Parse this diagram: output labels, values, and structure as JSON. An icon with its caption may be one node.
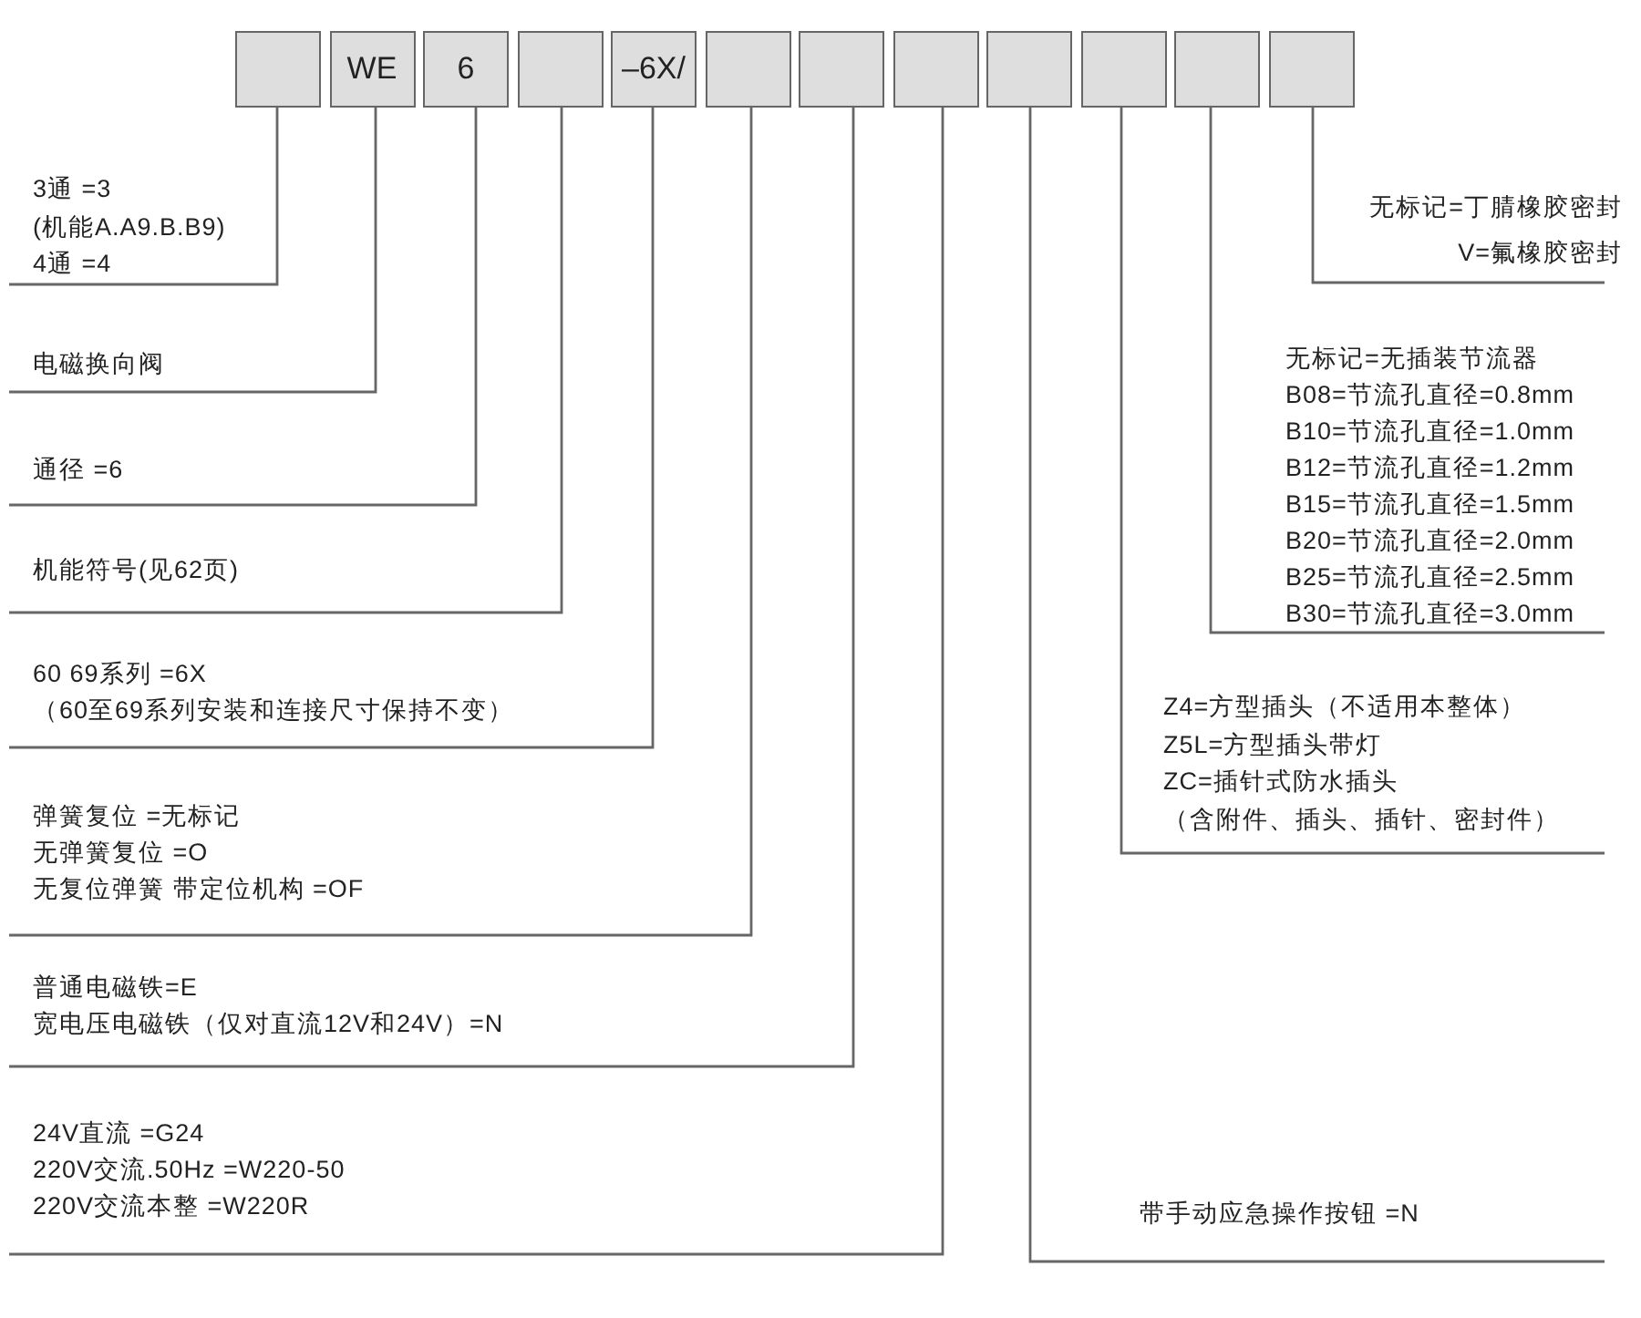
{
  "diagram": {
    "nodes": [
      {
        "text": [],
        "shape": "box"
      },
      {
        "text": [
          "WE"
        ]
      },
      {
        "text": [
          "6"
        ]
      },
      {
        "text": [],
        "shape": "box"
      },
      {
        "text": [
          "–6X/"
        ]
      },
      {
        "text": [],
        "shape": "box"
      },
      {
        "text": [],
        "shape": "box"
      },
      {
        "text": [],
        "shape": "box"
      },
      {
        "text": [],
        "shape": "box"
      },
      {
        "text": [],
        "shape": "box"
      },
      {
        "text": [],
        "shape": "box"
      },
      {
        "text": [],
        "shape": "box"
      },
      {
        "text": [
          "3通 =3",
          "(机能A.A9.B.B9)",
          "4通 =4"
        ]
      },
      {
        "text": [
          "电磁换向阀"
        ]
      },
      {
        "text": [
          "通径 =6"
        ]
      },
      {
        "text": [
          "机能符号(见62页)"
        ]
      },
      {
        "text": [
          "60 69系列 =6X",
          "（60至69系列安装和连接尺寸保持不变）"
        ]
      },
      {
        "text": [
          "弹簧复位 =无标记",
          "无弹簧复位 =O",
          "无复位弹簧 带定位机构 =OF"
        ]
      },
      {
        "text": [
          "普通电磁铁=E",
          "宽电压电磁铁（仅对直流12V和24V）=N"
        ]
      },
      {
        "text": [
          "24V直流 =G24",
          "220V交流.50Hz =W220-50",
          "220V交流本整 =W220R"
        ]
      },
      {
        "text": [
          "带手动应急操作按钮 =N"
        ]
      },
      {
        "text": [
          "Z4=方型插头（不适用本整体）",
          "Z5L=方型插头带灯",
          "ZC=插针式防水插头",
          "（含附件、插头、插针、密封件）"
        ]
      },
      {
        "text": [
          "无标记=无插装节流器",
          "B08=节流孔直径=0.8mm",
          "B10=节流孔直径=1.0mm",
          "B12=节流孔直径=1.2mm",
          "B15=节流孔直径=1.5mm",
          "B20=节流孔直径=2.0mm",
          "B25=节流孔直径=2.5mm",
          "B30=节流孔直径=3.0mm"
        ]
      },
      {
        "text": [
          "无标记=丁腈橡胶密封",
          "V=氟橡胶密封"
        ]
      }
    ],
    "edges": [
      {
        "from": 0,
        "to": 12,
        "arrow": "none"
      },
      {
        "from": 1,
        "to": 13,
        "arrow": "none"
      },
      {
        "from": 2,
        "to": 14,
        "arrow": "none"
      },
      {
        "from": 3,
        "to": 15,
        "arrow": "none"
      },
      {
        "from": 4,
        "to": 16,
        "arrow": "none"
      },
      {
        "from": 5,
        "to": 17,
        "arrow": "none"
      },
      {
        "from": 6,
        "to": 18,
        "arrow": "none"
      },
      {
        "from": 7,
        "to": 19,
        "arrow": "none"
      },
      {
        "from": 8,
        "to": 20,
        "arrow": "none"
      },
      {
        "from": 9,
        "to": 21,
        "arrow": "none"
      },
      {
        "from": 10,
        "to": 22,
        "arrow": "none"
      },
      {
        "from": 11,
        "to": 23,
        "arrow": "none"
      }
    ]
  }
}
